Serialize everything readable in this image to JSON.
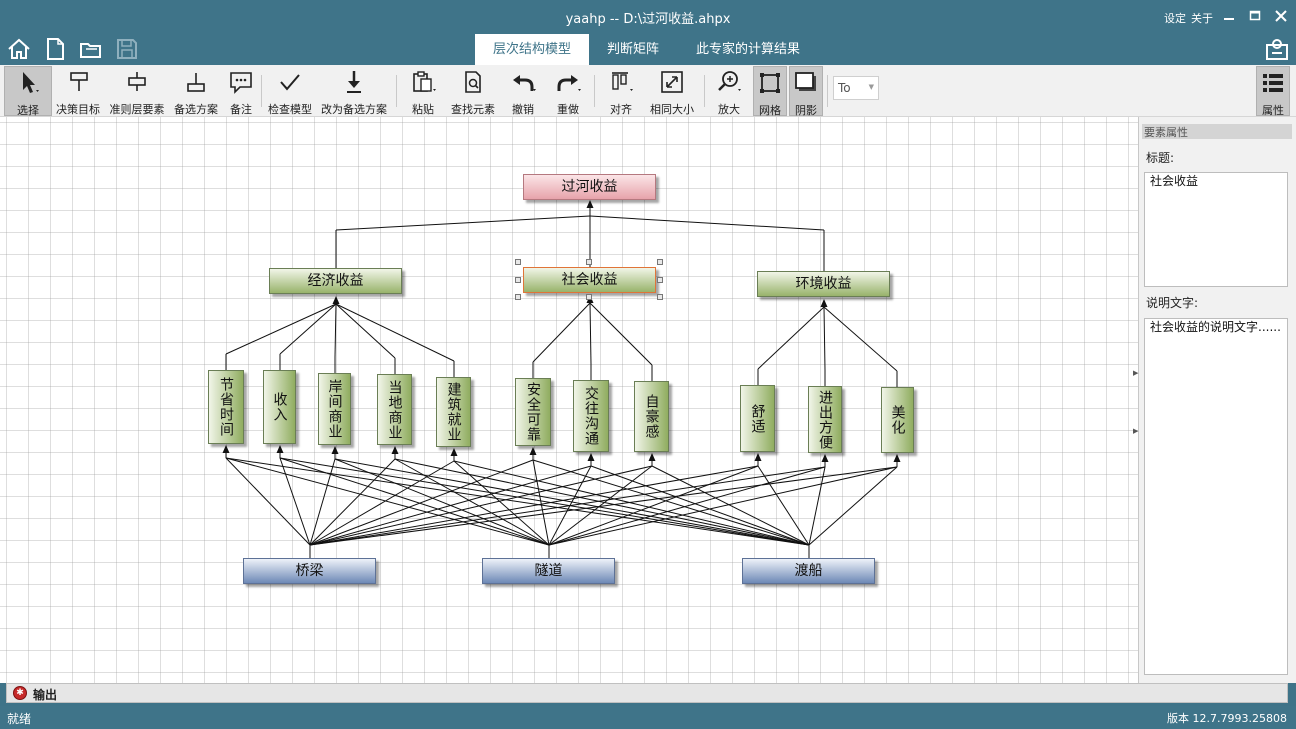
{
  "window": {
    "title": "yaahp  --  D:\\过河收益.ahpx",
    "settings_label": "设定",
    "about_label": "关于"
  },
  "nav": {
    "tabs": [
      {
        "label": "层次结构模型",
        "active": true
      },
      {
        "label": "判断矩阵",
        "active": false
      },
      {
        "label": "此专家的计算结果",
        "active": false
      }
    ]
  },
  "toolbar": {
    "items": [
      {
        "label": "选择",
        "icon": "cursor-icon"
      },
      {
        "label": "决策目标",
        "icon": "goal-icon"
      },
      {
        "label": "准则层要素",
        "icon": "criteria-icon"
      },
      {
        "label": "备选方案",
        "icon": "alternative-icon"
      },
      {
        "label": "备注",
        "icon": "comment-icon"
      },
      {
        "label": "检查模型",
        "icon": "check-icon"
      },
      {
        "label": "改为备选方案",
        "icon": "convert-icon"
      },
      {
        "label": "粘贴",
        "icon": "paste-icon"
      },
      {
        "label": "查找元素",
        "icon": "find-icon"
      },
      {
        "label": "撤销",
        "icon": "undo-icon"
      },
      {
        "label": "重做",
        "icon": "redo-icon"
      },
      {
        "label": "对齐",
        "icon": "align-icon"
      },
      {
        "label": "相同大小",
        "icon": "same-size-icon"
      },
      {
        "label": "放大",
        "icon": "zoom-in-icon"
      },
      {
        "label": "网格",
        "icon": "grid-icon"
      },
      {
        "label": "阴影",
        "icon": "shadow-icon"
      },
      {
        "label": "属性",
        "icon": "properties-icon"
      }
    ],
    "font_combo_value": "To"
  },
  "model": {
    "goal": "过河收益",
    "criteria": [
      "经济收益",
      "社会收益",
      "环境收益"
    ],
    "selected_criterion": "社会收益",
    "subcriteria": [
      {
        "label": "节省时间",
        "parent": "经济收益"
      },
      {
        "label": "收入",
        "parent": "经济收益"
      },
      {
        "label": "岸间商业",
        "parent": "经济收益"
      },
      {
        "label": "当地商业",
        "parent": "经济收益"
      },
      {
        "label": "建筑就业",
        "parent": "经济收益"
      },
      {
        "label": "安全可靠",
        "parent": "社会收益"
      },
      {
        "label": "交往沟通",
        "parent": "社会收益"
      },
      {
        "label": "自豪感",
        "parent": "社会收益"
      },
      {
        "label": "舒适",
        "parent": "环境收益"
      },
      {
        "label": "进出方便",
        "parent": "环境收益"
      },
      {
        "label": "美化",
        "parent": "环境收益"
      }
    ],
    "alternatives": [
      "桥梁",
      "隧道",
      "渡船"
    ]
  },
  "panel": {
    "header": "要素属性",
    "title_label": "标题:",
    "title_value": "社会收益",
    "desc_label": "说明文字:",
    "desc_value": "社会收益的说明文字......"
  },
  "output": {
    "label": "输出"
  },
  "status": {
    "text": "就绪",
    "version": "版本 12.7.7993.25808"
  },
  "colors": {
    "chrome": "#3f7489",
    "goal": "#e7a3ab",
    "criteria": "#98b36b",
    "alternative": "#6e89b6",
    "selection": "#e07438"
  }
}
